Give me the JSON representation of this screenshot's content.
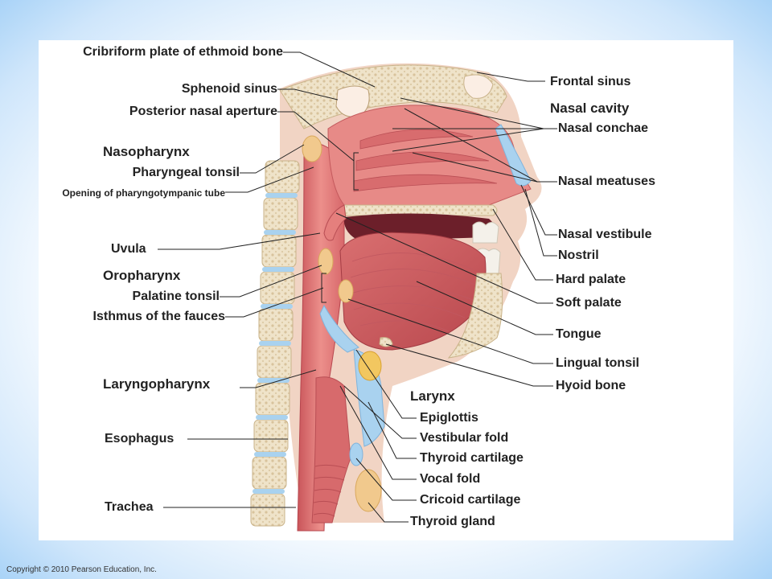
{
  "labels_left": {
    "cribriform": "Cribriform plate of ethmoid bone",
    "sphenoid": "Sphenoid sinus",
    "posterior_aperture": "Posterior nasal aperture",
    "nasopharynx": "Nasopharynx",
    "pharyngeal_tonsil": "Pharyngeal tonsil",
    "pharyngotympanic": "Opening of pharyngotympanic tube",
    "uvula": "Uvula",
    "oropharynx": "Oropharynx",
    "palatine_tonsil": "Palatine tonsil",
    "isthmus": "Isthmus of the fauces",
    "laryngopharynx": "Laryngopharynx",
    "esophagus": "Esophagus",
    "trachea": "Trachea"
  },
  "labels_right": {
    "frontal_sinus": "Frontal sinus",
    "nasal_cavity": "Nasal cavity",
    "nasal_conchae": "Nasal conchae",
    "nasal_meatuses": "Nasal meatuses",
    "nasal_vestibule": "Nasal vestibule",
    "nostril": "Nostril",
    "hard_palate": "Hard palate",
    "soft_palate": "Soft palate",
    "tongue": "Tongue",
    "lingual_tonsil": "Lingual tonsil",
    "hyoid_bone": "Hyoid bone"
  },
  "labels_larynx": {
    "larynx": "Larynx",
    "epiglottis": "Epiglottis",
    "vestibular_fold": "Vestibular fold",
    "thyroid_cartilage": "Thyroid cartilage",
    "vocal_fold": "Vocal fold",
    "cricoid_cartilage": "Cricoid cartilage",
    "thyroid_gland": "Thyroid gland"
  },
  "copyright": "Copyright © 2010 Pearson Education, Inc.",
  "colors": {
    "tissue": "#e57f7d",
    "tissue_dark": "#c9555a",
    "muscle": "#cf6a6c",
    "bone": "#efe3c9",
    "cartilage": "#a9d2ef",
    "tonsil": "#f1c98d",
    "skin": "#f1d4c4"
  }
}
